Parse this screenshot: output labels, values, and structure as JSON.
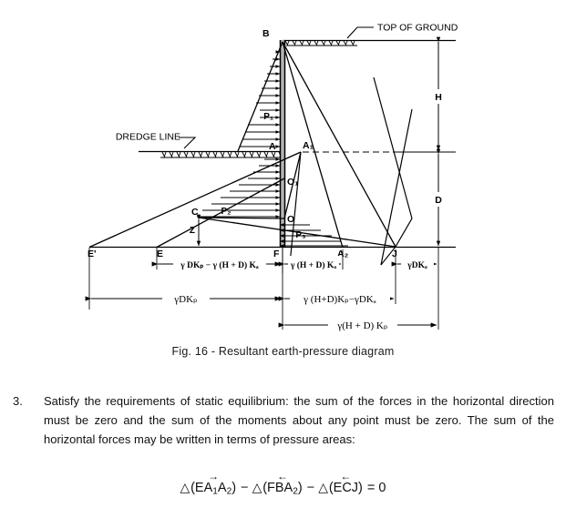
{
  "figure": {
    "caption": "Fig. 16 - Resultant earth-pressure diagram",
    "annotations": {
      "top_of_ground": "TOP OF GROUND",
      "dredge_line": "DREDGE LINE"
    },
    "points": {
      "B": "B",
      "A": "A",
      "A1": "A₁",
      "A2": "A₂",
      "O1": "O₁",
      "O": "O",
      "C": "C",
      "E_prime": "E'",
      "E": "E",
      "F": "F",
      "J": "J"
    },
    "pressure_labels": {
      "P1": "P₁",
      "P2": "P₂",
      "P3": "P₃"
    },
    "vertical_dimensions": {
      "H": "H",
      "D": "D",
      "Z": "Z"
    },
    "horizontal_dimensions": {
      "row1_left": "γ DKₚ − γ (H + D) Kₐ",
      "row1_mid": "γ (H + D) Kₐ",
      "row1_right": "γDKₐ",
      "row2_left": "γDKₚ",
      "row2_right": "γ (H+D)Kₚ−γDKₐ",
      "row3": "γ(H + D) Kₚ"
    }
  },
  "content": {
    "list_number": "3.",
    "paragraph": "Satisfy the requirements of static equilibrium: the sum of the forces in the horizontal direction must be zero and the sum of the moments about any point must be zero. The sum of the horizontal forces may be written in terms of pressure areas:",
    "equation": {
      "t1": "△",
      "s1_prefix": "(EA",
      "s1_sub": "1",
      "s1_mid": "A",
      "s1_sub2": "2",
      "s1_suffix": ")",
      "s1_arrow": "→",
      "op1": "−",
      "t2": "△",
      "s2_prefix": "(FBA",
      "s2_sub": "2",
      "s2_suffix": ")",
      "s2_arrow": "←",
      "op2": "−",
      "t3": "△",
      "s3_prefix": "(ECJ)",
      "s3_arrow": "←",
      "equals": "= 0"
    }
  },
  "colors": {
    "ink": "#000000",
    "text": "#111111",
    "wall": "#999999"
  }
}
